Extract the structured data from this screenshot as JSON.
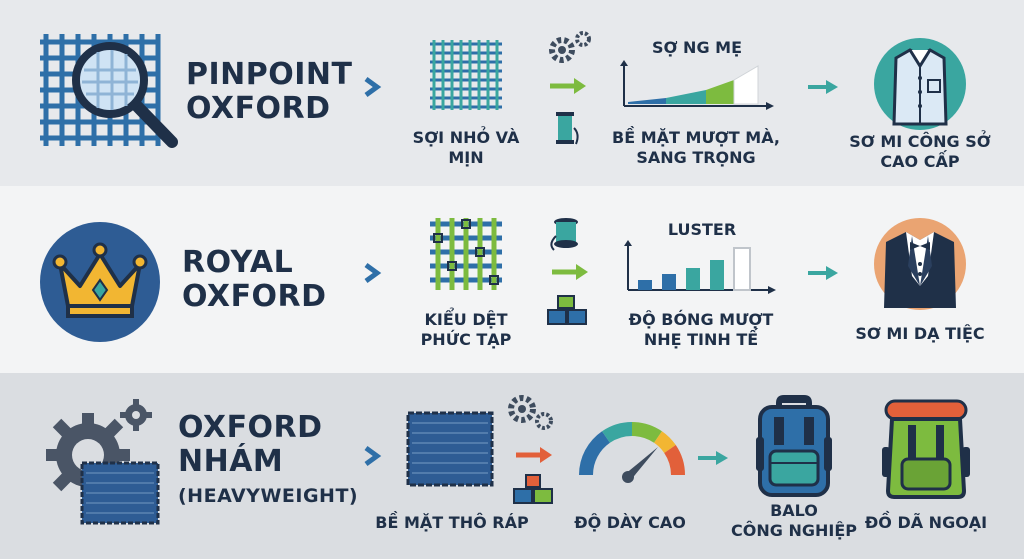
{
  "rows": [
    {
      "title_line1": "PINPOINT",
      "title_line2": "OXFORD",
      "feature_label": "SỢI NHỎ VÀ\nMỊN",
      "chart_title": "SỢ NG MẸ",
      "result_label": "BỀ MẶT MƯỢT MÀ,\nSANG TRỌNG",
      "use_label": "SƠ MI CÔNG SỞ\nCAO CẤP"
    },
    {
      "title_line1": "ROYAL",
      "title_line2": "OXFORD",
      "feature_label": "KIỂU DỆT\nPHỨC TẠP",
      "chart_title": "LUSTER",
      "result_label": "ĐỘ BÓNG MƯỢT\nNHẸ TINH TẾ",
      "use_label": "SƠ MI DẠ TIỆC"
    },
    {
      "title_line1": "OXFORD",
      "title_line2": "NHÁM",
      "title_line3": "(HEAVYWEIGHT)",
      "feature_label": "BỀ MẶT THÔ RÁP",
      "result_label": "ĐỘ DÀY CAO",
      "use_label_1": "BALO\nCÔNG NGHIỆP",
      "use_label_2": "ĐỒ DÃ NGOẠI"
    }
  ],
  "colors": {
    "navy": "#1f3048",
    "blue": "#2e6fa8",
    "teal": "#3aa6a0",
    "green": "#7dbb3f",
    "orange": "#e2603a",
    "gold": "#f2b632"
  }
}
